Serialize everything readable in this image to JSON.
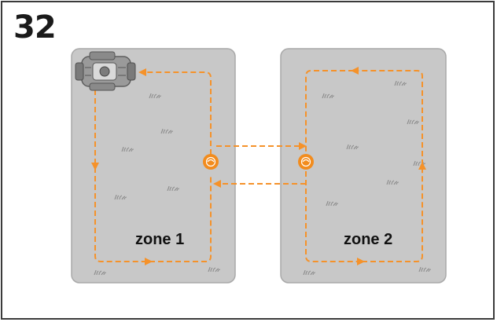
{
  "figure": {
    "step_number": "32"
  },
  "zones": [
    {
      "label": "zone 1"
    },
    {
      "label": "zone 2"
    }
  ],
  "colors": {
    "zone_fill": "#c8c8c8",
    "zone_border": "#a9a9a9",
    "path": "#f5922a",
    "station": "#f28c1e",
    "grass": "#8c8c8c",
    "frame": "#3b3b3b"
  },
  "icons": {
    "mower": "robotic-mower-icon",
    "station": "boundary-station-icon",
    "grass": "grass-tuft-icon"
  }
}
